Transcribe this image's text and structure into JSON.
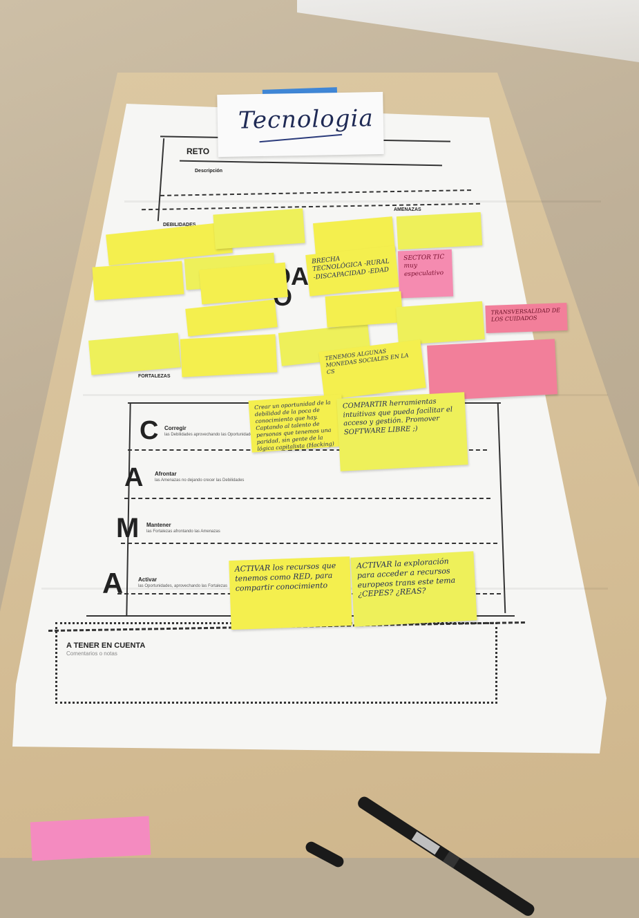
{
  "title_card": {
    "text": "Tecnologia"
  },
  "poster": {
    "reto": "RETO",
    "descripcion": "Descripción",
    "debilidades": "DEBILIDADES",
    "amenazas": "AMENAZAS",
    "fortalezas": "FORTALEZAS",
    "dafo": "DAFO",
    "cama": [
      {
        "letter": "C",
        "title": "Corregir",
        "desc": "las Debilidades aprovechando las Oportunidades"
      },
      {
        "letter": "A",
        "title": "Afrontar",
        "desc": "las Amenazas no dejando crecer las Debilidades"
      },
      {
        "letter": "M",
        "title": "Mantener",
        "desc": "las Fortalezas afrontando las Amenazas"
      },
      {
        "letter": "A",
        "title": "Activar",
        "desc": "las Oportunidades, aprovechando las Fortalezas"
      }
    ],
    "a_tener_title": "A TENER EN CUENTA",
    "a_tener_sub": "Comentarios o notas"
  },
  "stickies": {
    "sector_tic": "SECTOR TIC muy especulativo",
    "brecha": "BRECHA TECNOLÓGICA -RURAL -DISCAPACIDAD -EDAD",
    "transversalidad": "TRANSVERSALIDAD DE LOS CUIDADOS",
    "tenemos": "TENEMOS ALGUNAS MONEDAS SOCIALES EN LA CS",
    "crear": "Crear un oportunidad de la debilidad de la poca de conocimiento que hay. Captando al talento de personas que tenemos una paridad, sin gente de la lógica capitalista (Hacking)",
    "compartir": "COMPARTIR herramientas intuitivas que pueda facilitar el acceso y gestión. Promover SOFTWARE LIBRE ;)",
    "activar1": "ACTIVAR los recursos que tenemos como RED, para compartir conocimiento",
    "activar2": "ACTIVAR la exploración para acceder a recursos europeos trans este tema ¿CEPES? ¿REAS?"
  }
}
